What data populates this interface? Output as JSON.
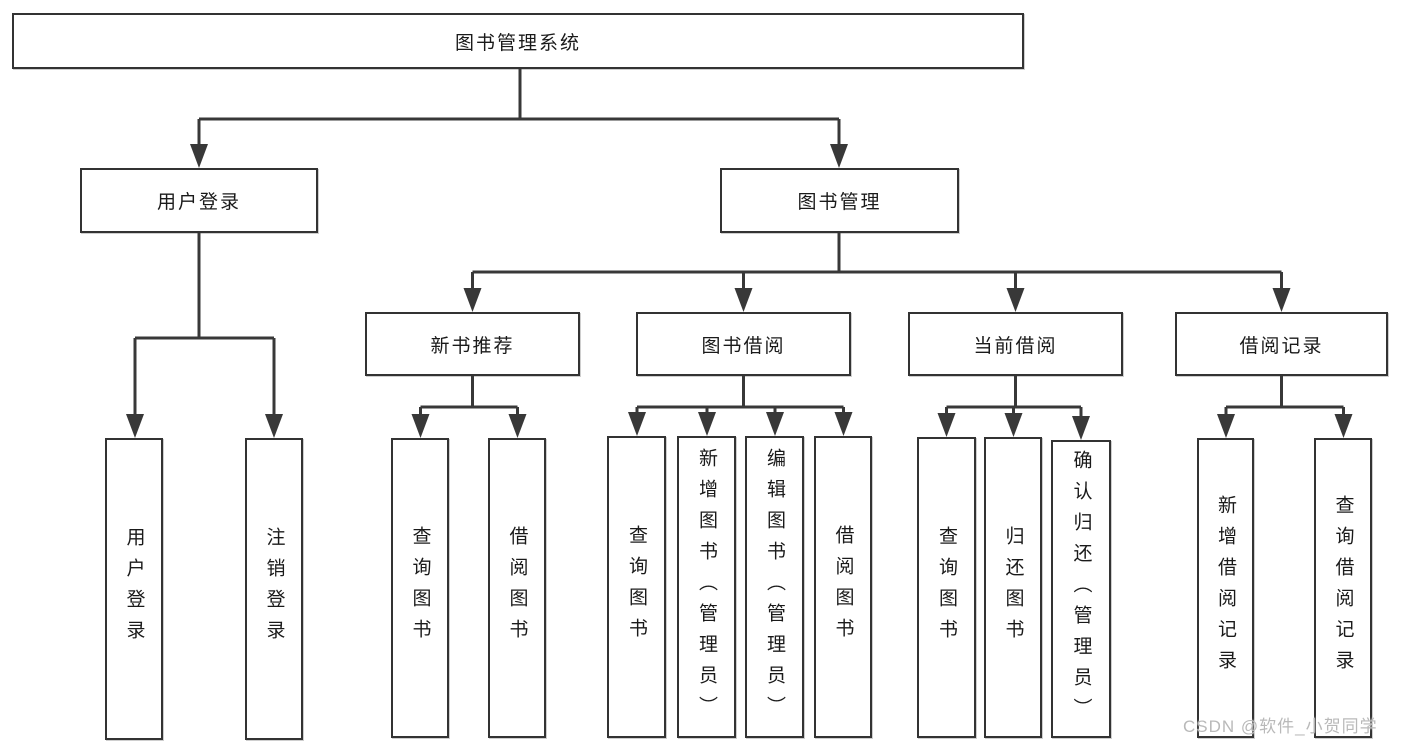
{
  "nodes": {
    "root": {
      "label": "图书管理系统"
    },
    "user_login": {
      "label": "用户登录"
    },
    "book_mgmt": {
      "label": "图书管理"
    },
    "new_book_rec": {
      "label": "新书推荐"
    },
    "book_borrow": {
      "label": "图书借阅"
    },
    "current_borrow": {
      "label": "当前借阅"
    },
    "borrow_record": {
      "label": "借阅记录"
    },
    "leaf_user_login": {
      "label": "用户登录"
    },
    "leaf_logout": {
      "label": "注销登录"
    },
    "leaf_nb_query": {
      "label": "查询图书"
    },
    "leaf_nb_borrow": {
      "label": "借阅图书"
    },
    "leaf_bb_query": {
      "label": "查询图书"
    },
    "leaf_bb_add": {
      "label": "新增图书（管理员）"
    },
    "leaf_bb_edit": {
      "label": "编辑图书（管理员）"
    },
    "leaf_bb_borrow": {
      "label": "借阅图书"
    },
    "leaf_cb_query": {
      "label": "查询图书"
    },
    "leaf_cb_return": {
      "label": "归还图书"
    },
    "leaf_cb_confirm": {
      "label": "确认归还（管理员）"
    },
    "leaf_br_add": {
      "label": "新增借阅记录"
    },
    "leaf_br_query": {
      "label": "查询借阅记录"
    }
  },
  "hierarchy": {
    "root": "图书管理系统",
    "children": [
      {
        "label": "用户登录",
        "children": [
          "用户登录",
          "注销登录"
        ]
      },
      {
        "label": "图书管理",
        "children": [
          {
            "label": "新书推荐",
            "children": [
              "查询图书",
              "借阅图书"
            ]
          },
          {
            "label": "图书借阅",
            "children": [
              "查询图书",
              "新增图书（管理员）",
              "编辑图书（管理员）",
              "借阅图书"
            ]
          },
          {
            "label": "当前借阅",
            "children": [
              "查询图书",
              "归还图书",
              "确认归还（管理员）"
            ]
          },
          {
            "label": "借阅记录",
            "children": [
              "新增借阅记录",
              "查询借阅记录"
            ]
          }
        ]
      }
    ]
  },
  "watermark": {
    "text": "CSDN @软件_小贺同学"
  },
  "colors": {
    "background": "#ffffff",
    "line": "#383838",
    "box_border": "#333333",
    "text": "#1a1a1a",
    "watermark": "#b9b9b9"
  }
}
